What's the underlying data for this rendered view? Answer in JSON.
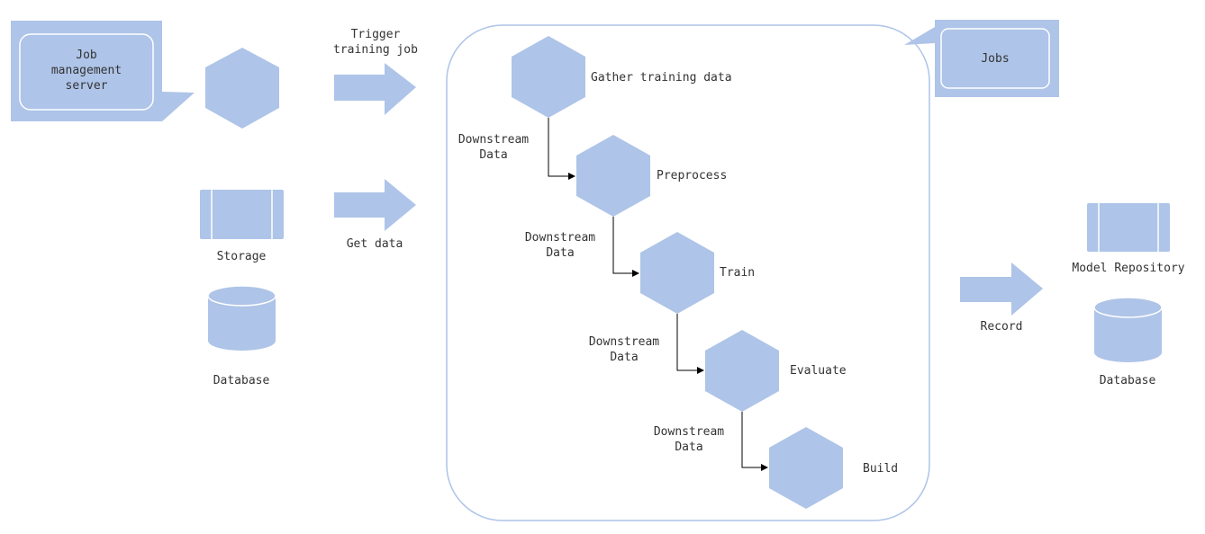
{
  "colors": {
    "shape_fill": "#aec4e8",
    "callout_fill": "#aec4e8",
    "container_stroke": "#aec4e8",
    "arrow_line": "#000000",
    "text": "#333333"
  },
  "left": {
    "callout_label_line1": "Job",
    "callout_label_line2": "management",
    "callout_label_line3": "server",
    "storage_label": "Storage",
    "database_label": "Database"
  },
  "arrows": {
    "trigger_line1": "Trigger",
    "trigger_line2": "training job",
    "get_data": "Get data",
    "record": "Record"
  },
  "jobs_callout": {
    "label": "Jobs"
  },
  "pipeline": {
    "steps": [
      {
        "label": "Gather training data"
      },
      {
        "label": "Preprocess"
      },
      {
        "label": "Train"
      },
      {
        "label": "Evaluate"
      },
      {
        "label": "Build"
      }
    ],
    "connector_line1": "Downstream",
    "connector_line2": "Data"
  },
  "right": {
    "model_repository_label": "Model Repository",
    "database_label": "Database"
  }
}
